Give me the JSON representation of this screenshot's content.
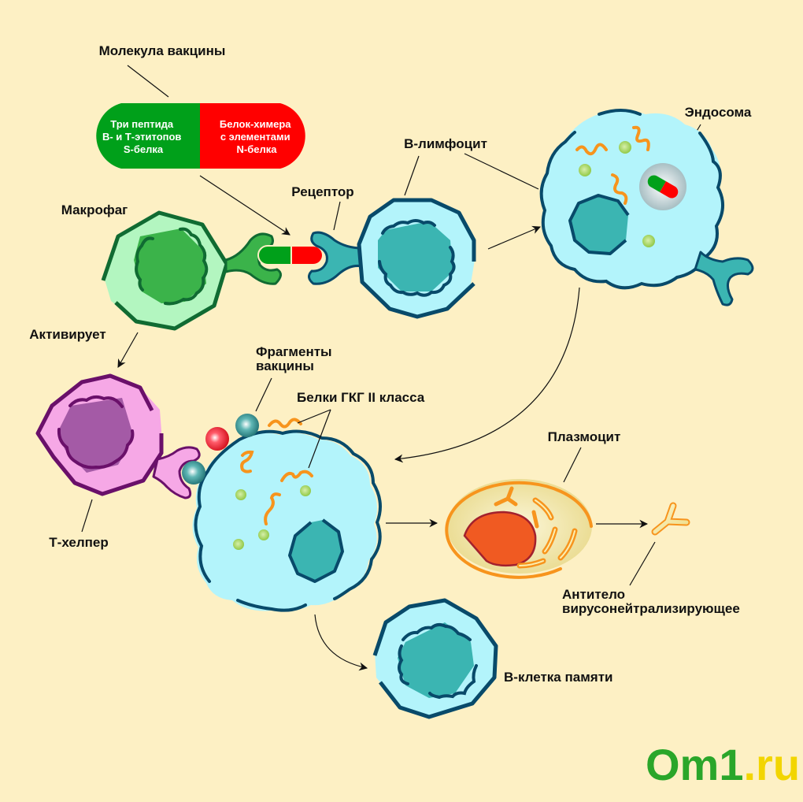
{
  "title": "Молекула вакцины — иммунный ответ",
  "colors": {
    "background": "#fdf0c4",
    "pill_green": "#00a01a",
    "pill_red": "#ff0000",
    "macrophage_fill": "#b3f6c0",
    "macrophage_stroke": "#106b32",
    "macrophage_nucleus": "#3bb34a",
    "b_cell_fill": "#b3f4fb",
    "b_cell_stroke": "#084a6a",
    "b_cell_nucleus": "#3bb5b2",
    "t_helper_fill": "#f6a8e6",
    "t_helper_stroke": "#6a106a",
    "t_helper_nucleus": "#a45aa6",
    "plasma_fill": "#f0e29a",
    "plasma_stroke": "#f7941d",
    "plasma_nucleus": "#f05a22",
    "peptide_orange": "#f7941d",
    "granule_green": "#8cc63f",
    "logo_green": "#2aa62a",
    "logo_yellow": "#f2d500"
  },
  "labels": {
    "vaccine_molecule": "Молекула вакцины",
    "pill_left": [
      "Три пептида",
      "В- и Т-этитопов",
      "S-белка"
    ],
    "pill_right": [
      "Белок-химера",
      "с элементами",
      "N-белка"
    ],
    "macrophage": "Макрофаг",
    "receptor": "Рецептор",
    "b_lymphocyte": "В-лимфоцит",
    "endosome": "Эндосома",
    "activates": "Активирует",
    "vaccine_fragments": [
      "Фрагменты",
      "вакцины"
    ],
    "mhc_class_ii": "Белки ГКГ II класса",
    "t_helper": "Т-хелпер",
    "plasmocyte": "Плазмоцит",
    "antibody": [
      "Антитело",
      "вирусонейтрализирующее"
    ],
    "memory_b_cell": "В-клетка памяти"
  },
  "icons": {
    "vaccine_pill": "capsule",
    "antibody": "y-shaped-antibody",
    "arrow": "arrow-right"
  },
  "logo": {
    "main": "Om1",
    "suffix": ".ru"
  }
}
